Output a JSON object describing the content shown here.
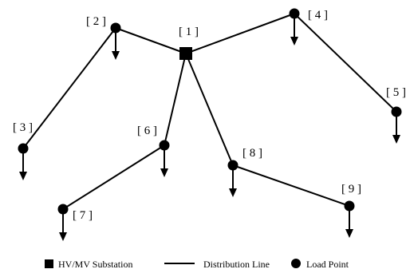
{
  "nodes": [
    {
      "id": "1",
      "label": "[ 1 ]",
      "kind": "substation"
    },
    {
      "id": "2",
      "label": "[ 2 ]",
      "kind": "load"
    },
    {
      "id": "3",
      "label": "[ 3 ]",
      "kind": "load"
    },
    {
      "id": "4",
      "label": "[ 4 ]",
      "kind": "load"
    },
    {
      "id": "5",
      "label": "[ 5 ]",
      "kind": "load"
    },
    {
      "id": "6",
      "label": "[ 6 ]",
      "kind": "load"
    },
    {
      "id": "7",
      "label": "[ 7 ]",
      "kind": "load"
    },
    {
      "id": "8",
      "label": "[ 8 ]",
      "kind": "load"
    },
    {
      "id": "9",
      "label": "[ 9 ]",
      "kind": "load"
    }
  ],
  "edges": [
    [
      "1",
      "2"
    ],
    [
      "2",
      "3"
    ],
    [
      "1",
      "4"
    ],
    [
      "4",
      "5"
    ],
    [
      "1",
      "6"
    ],
    [
      "6",
      "7"
    ],
    [
      "1",
      "8"
    ],
    [
      "8",
      "9"
    ]
  ],
  "legend": {
    "substation": "HV/MV Substation",
    "line": "Distribution Line",
    "load": "Load Point"
  },
  "colors": {
    "ink": "#000000",
    "background": "#ffffff"
  }
}
